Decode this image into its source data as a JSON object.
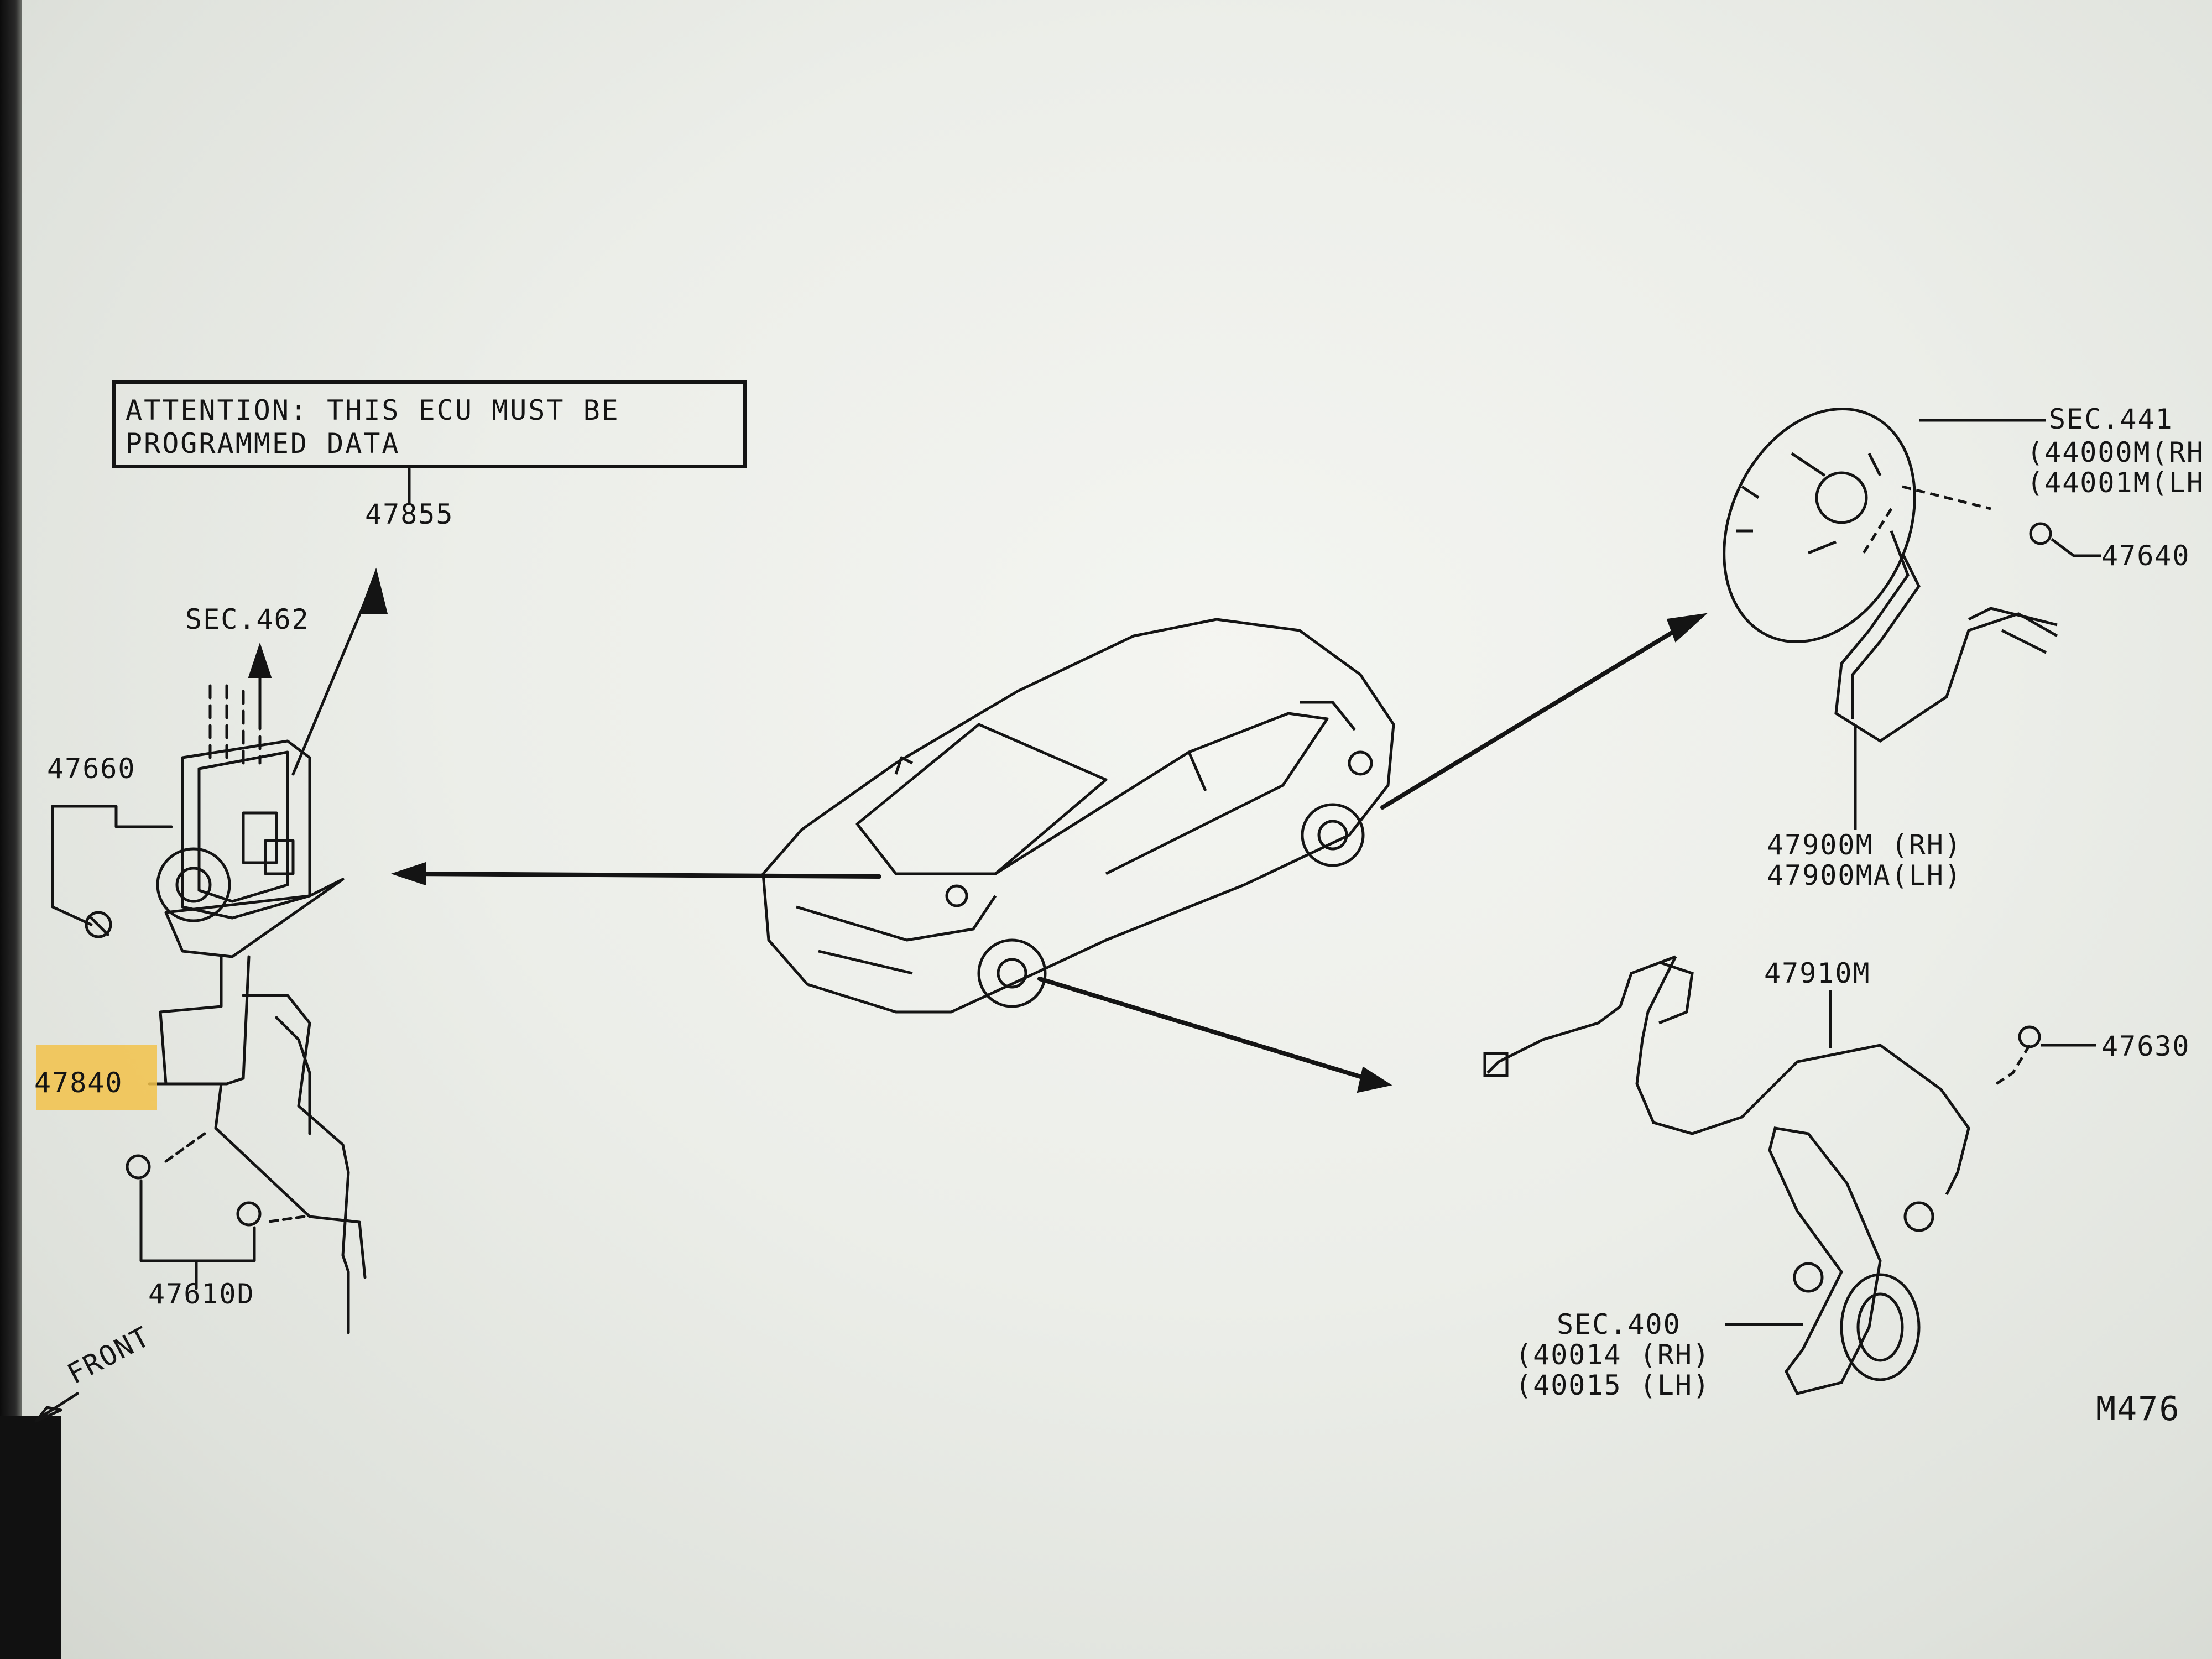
{
  "diagram": {
    "notice": {
      "line1": "ATTENTION: THIS ECU MUST BE",
      "line2": "PROGRAMMED DATA"
    },
    "labels": {
      "ecu_part": "47855",
      "sec_462": "SEC.462",
      "actuator": "47660",
      "bracket": "47840",
      "bolts": "47610D",
      "front": "FRONT",
      "sec_441": "SEC.441",
      "sec_441_rh": "(44000M(RH",
      "sec_441_lh": "(44001M(LH",
      "rear_bolt": "47640",
      "rear_sensor_rh": "47900M (RH)",
      "rear_sensor_lh": "47900MA(LH)",
      "front_sensor": "47910M",
      "front_bolt": "47630",
      "sec_400": "SEC.400",
      "sec_400_rh": "(40014 (RH)",
      "sec_400_lh": "(40015 (LH)",
      "page_code": "M476"
    },
    "highlight_color": "#f2c24a",
    "ink_color": "#141414"
  }
}
